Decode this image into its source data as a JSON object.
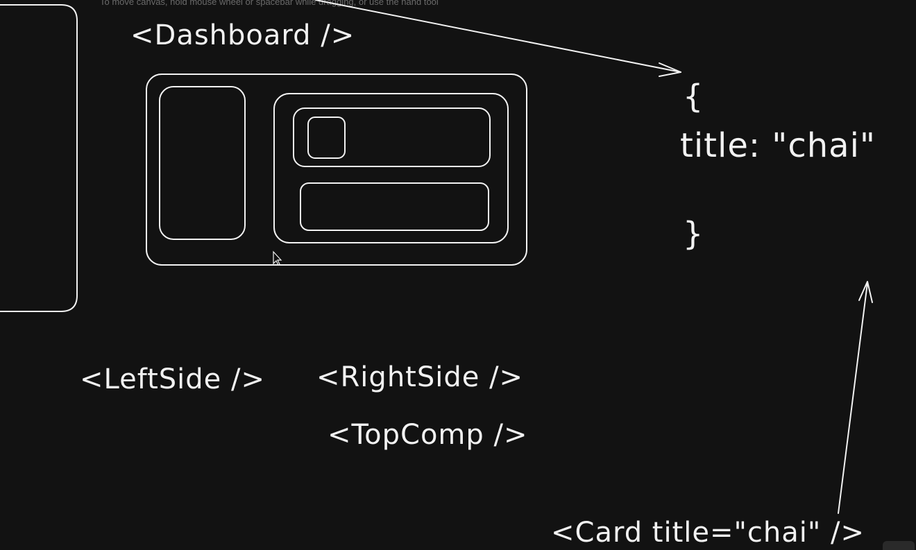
{
  "canvas": {
    "hint_text": "To move canvas, hold mouse wheel or spacebar while dragging, or use the hand tool",
    "background": "#121212",
    "stroke_color": "#f2f2f2"
  },
  "labels": {
    "dashboard": "<Dashboard />",
    "left_side": "<LeftSide />",
    "right_side": "<RightSide />",
    "top_comp": "<TopComp />",
    "card": "<Card title=\"chai\" />"
  },
  "props_object": {
    "open_brace": "{",
    "title_line": "title: \"chai\"",
    "close_brace": "}"
  }
}
